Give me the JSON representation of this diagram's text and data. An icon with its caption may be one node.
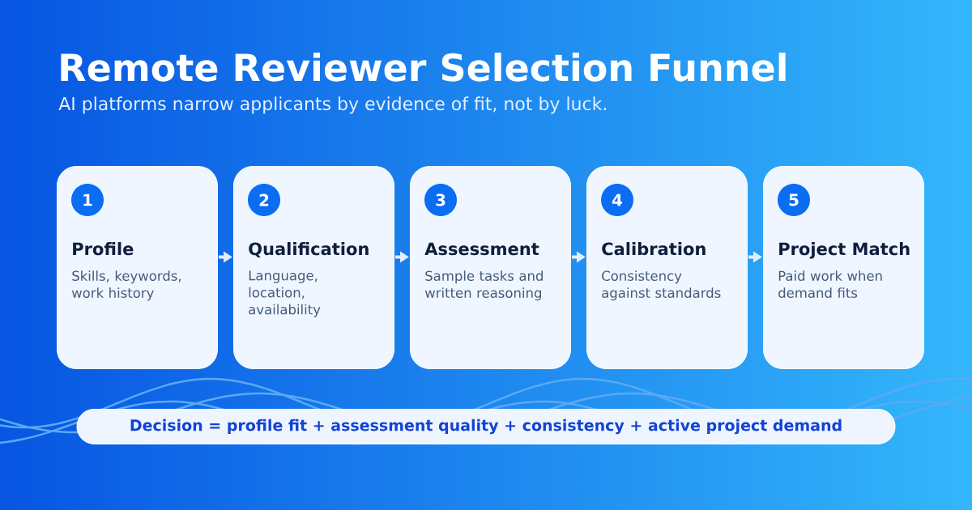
{
  "diagram": {
    "title": "Remote Reviewer Selection Funnel",
    "nodes": [
      {
        "text": [
          "Profile",
          "Skills, keywords, work history"
        ]
      },
      {
        "text": [
          "1"
        ],
        "in": 0
      },
      {
        "text": [
          "Qualification",
          "Language, location, availability"
        ]
      },
      {
        "text": [
          "2"
        ],
        "in": 2
      },
      {
        "text": [
          "Assessment",
          "Sample tasks and written reasoning"
        ]
      },
      {
        "text": [
          "3"
        ],
        "in": 4
      },
      {
        "text": [
          "Calibration",
          "Consistency against standards"
        ]
      },
      {
        "text": [
          "4"
        ],
        "in": 6
      },
      {
        "text": [
          "Project Match",
          "Paid work when demand fits"
        ]
      },
      {
        "text": [
          "5"
        ],
        "in": 8
      },
      {
        "text": [
          "Decision = profile fit + assessment quality + consistency + active project demand"
        ]
      }
    ],
    "edges": [
      {
        "from": 0,
        "to": 2,
        "arrow": "to"
      },
      {
        "from": 2,
        "to": 4,
        "arrow": "to"
      },
      {
        "from": 4,
        "to": 6,
        "arrow": "to"
      },
      {
        "from": 6,
        "to": 8,
        "arrow": "to"
      }
    ],
    "labels": [
      "AI platforms narrow applicants by evidence of fit, not by luck."
    ]
  }
}
